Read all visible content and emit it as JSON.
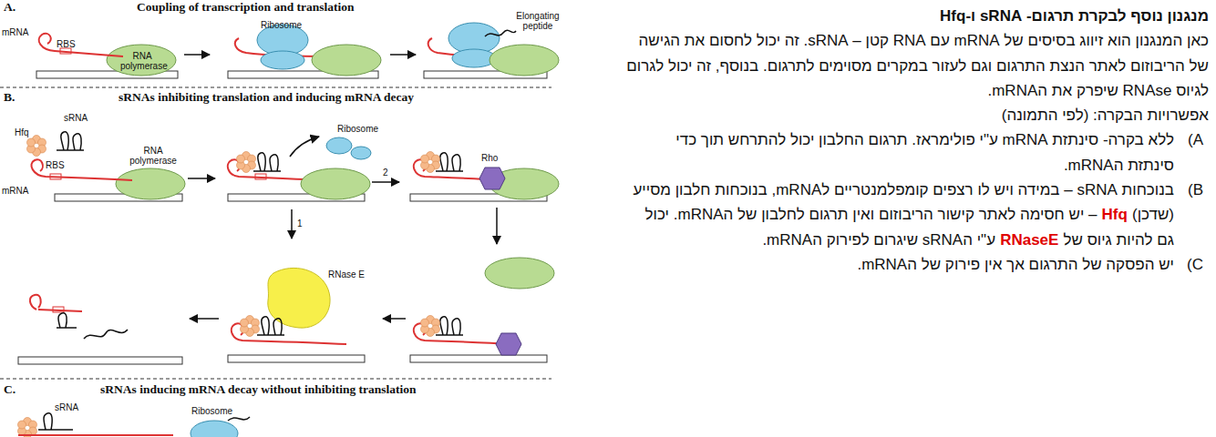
{
  "diagram": {
    "title": "מנגנון נוסף לבקרת תרגום- sRNA ו-Hfq",
    "labels": [
      "A.",
      "Coupling of transcription and translation",
      "mRNA",
      "RBS",
      "RNA polymerase",
      "Ribosome",
      "Elongating peptide",
      "B.",
      "sRNAs inhibiting translation and inducing mRNA decay",
      "sRNA",
      "mRNA",
      "Hfq",
      "RNA polymerase",
      "RBS",
      "Ribosome",
      "2",
      "Rho",
      "1",
      "RNase E",
      "C.",
      "sRNAs inducing mRNA decay without inhibiting translation",
      "sRNA",
      "Ribosome",
      "כאן המנגנון הוא זיווג בסיסים של mRNA עם RNA קטן – sRNA. זה יכול לחסום את הגישה של הריבוזום לאתר הנצת התרגום וגם לעזור במקרים מסוימים לתרגום. בנוסף, זה יכול לגרום לגיוס RNAse שיפרק את הmRNA.",
      "אפשרויות הבקרה: (לפי התמונה)",
      "A)",
      "ללא בקרה- סינתזת mRNA ע\"י פולימראז. תרגום החלבון יכול להתרחש תוך כדי סינתזת הmRNA.",
      "B)",
      "בנוכחות sRNA – במידה ויש לו רצפים קומפלמנטריים לmRNA, בנוכחות חלבון מסייע (שדכן)",
      "Hfq",
      "– יש חסימה לאתר קישור הריבוזום ואין תרגום לחלבון של הmRNA. יכול גם להיות גיוס של",
      "RNaseE",
      "ע\"י הsRNA שיגרום לפירוק הmRNA.",
      "C)",
      "יש הפסקה של התרגום אך אין פירוק של הmRNA."
    ]
  }
}
